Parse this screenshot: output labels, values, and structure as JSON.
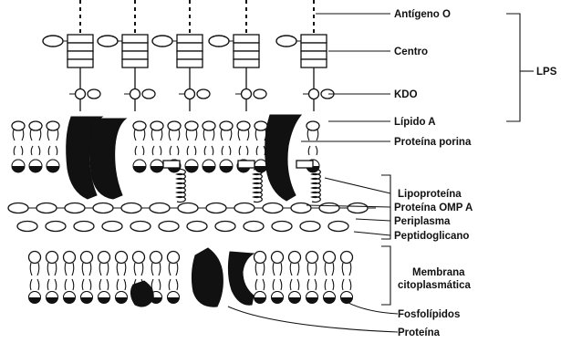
{
  "labels": {
    "antigen_o": "Antígeno O",
    "core": "Centro",
    "lps": "LPS",
    "kdo": "KDO",
    "lipid_a": "Lípido A",
    "porin_protein": "Proteína porina",
    "lipoprotein": "Lipoproteína",
    "omp_a": "Proteína OMP A",
    "periplasm": "Periplasma",
    "peptidoglycan": "Peptidoglicano",
    "membrane": "Membrana",
    "cytoplasmic": "citoplasmática",
    "phospholipids": "Fosfolípidos",
    "protein": "Proteína"
  },
  "colors": {
    "ink": "#111111",
    "paper": "#ffffff"
  }
}
